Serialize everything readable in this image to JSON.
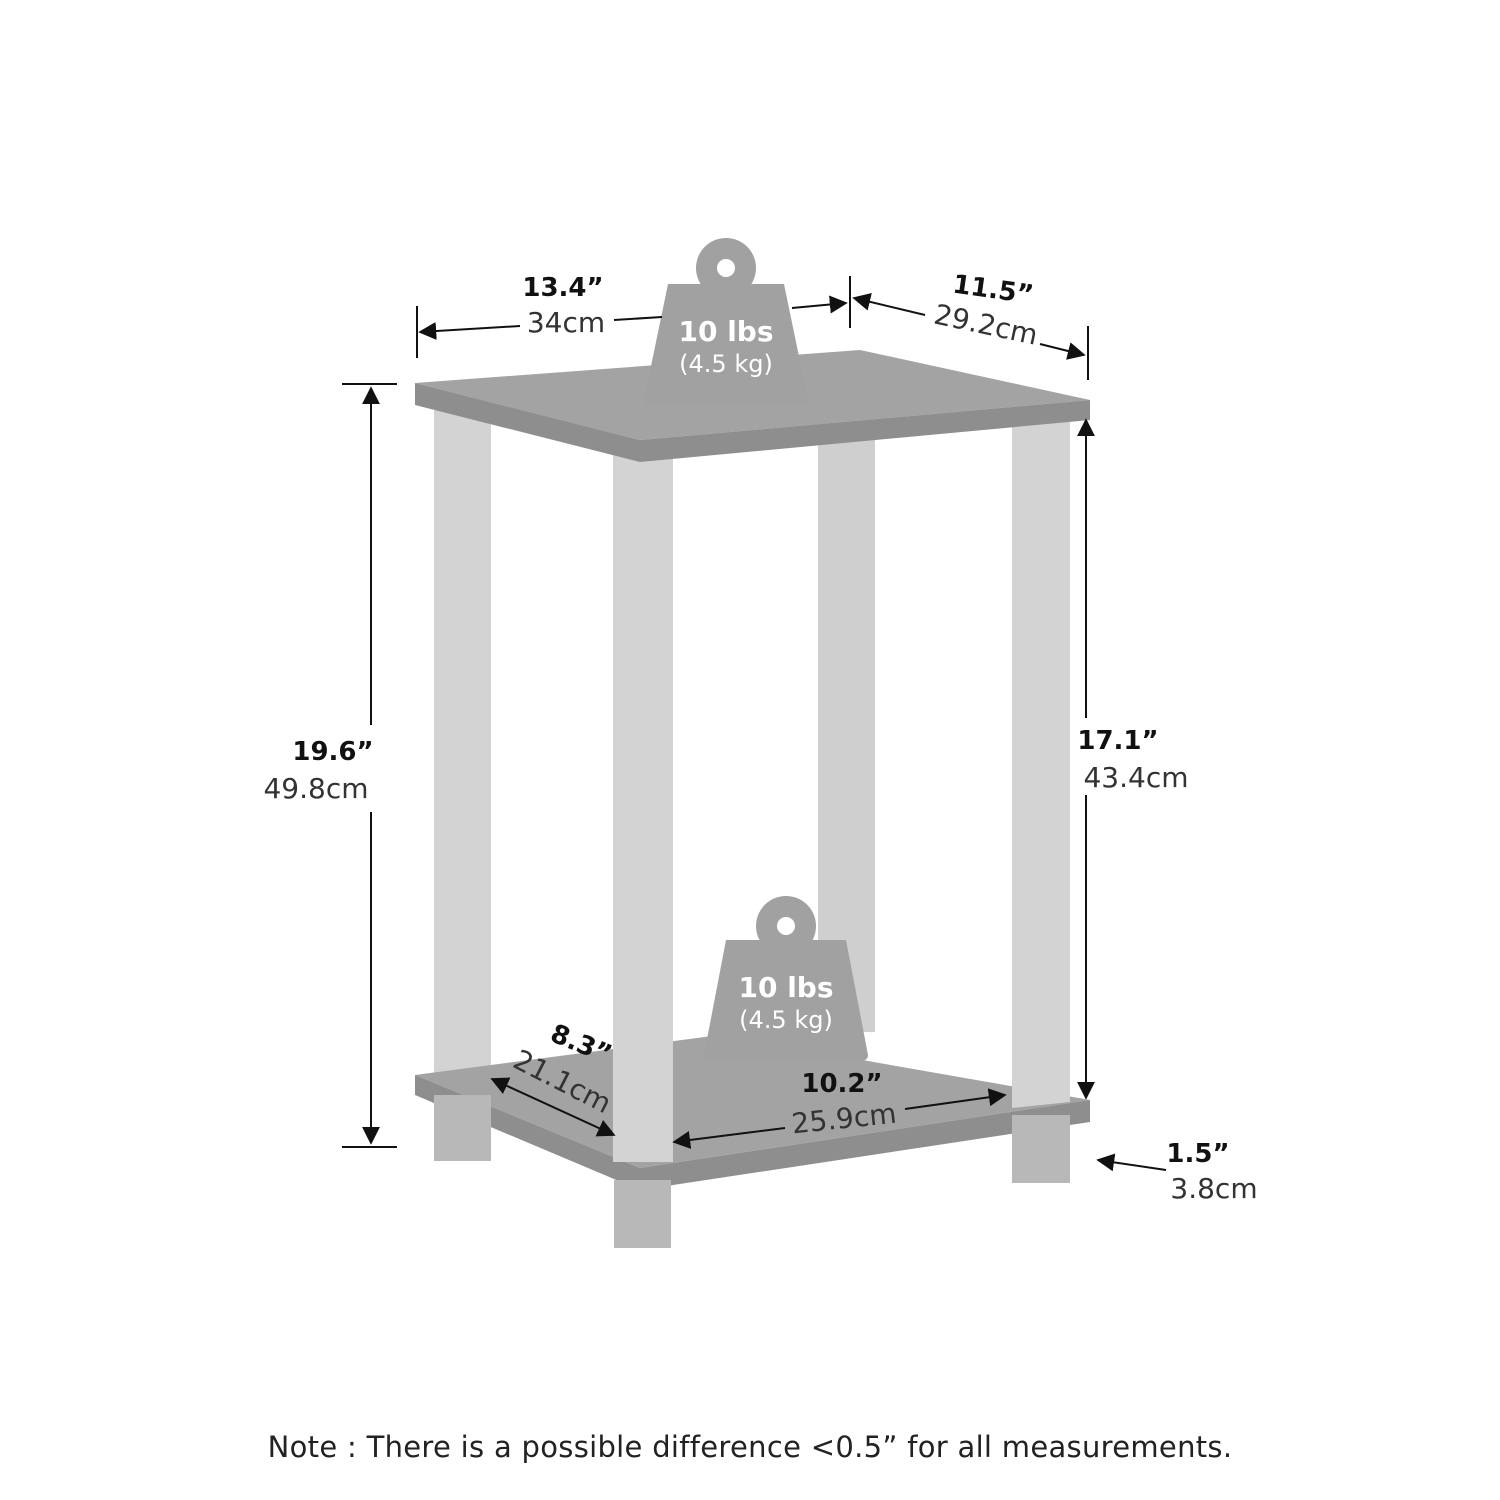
{
  "dimensions": {
    "top_width": {
      "in": "13.4”",
      "cm": "34cm"
    },
    "top_depth": {
      "in": "11.5”",
      "cm": "29.2cm"
    },
    "overall_height": {
      "in": "19.6”",
      "cm": "49.8cm"
    },
    "inner_height": {
      "in": "17.1”",
      "cm": "43.4cm"
    },
    "shelf_depth": {
      "in": "8.3”",
      "cm": "21.1cm"
    },
    "shelf_width": {
      "in": "10.2”",
      "cm": "25.9cm"
    },
    "leg_height": {
      "in": "1.5”",
      "cm": "3.8cm"
    }
  },
  "weight_capacity": {
    "top": {
      "lbs": "10 lbs",
      "kg": "(4.5 kg)"
    },
    "bottom": {
      "lbs": "10 lbs",
      "kg": "(4.5 kg)"
    }
  },
  "note": "Note : There is a possible difference <0.5” for all measurements.",
  "colors": {
    "shelf_top": "#a3a3a3",
    "shelf_edge": "#8e8e8e",
    "leg": "#d3d3d3",
    "leg_shadow": "#c4c4c4",
    "weight_icon": "#a1a1a1",
    "dimension_line": "#111111"
  },
  "icons": [
    "weight-icon",
    "dimension-arrow"
  ]
}
